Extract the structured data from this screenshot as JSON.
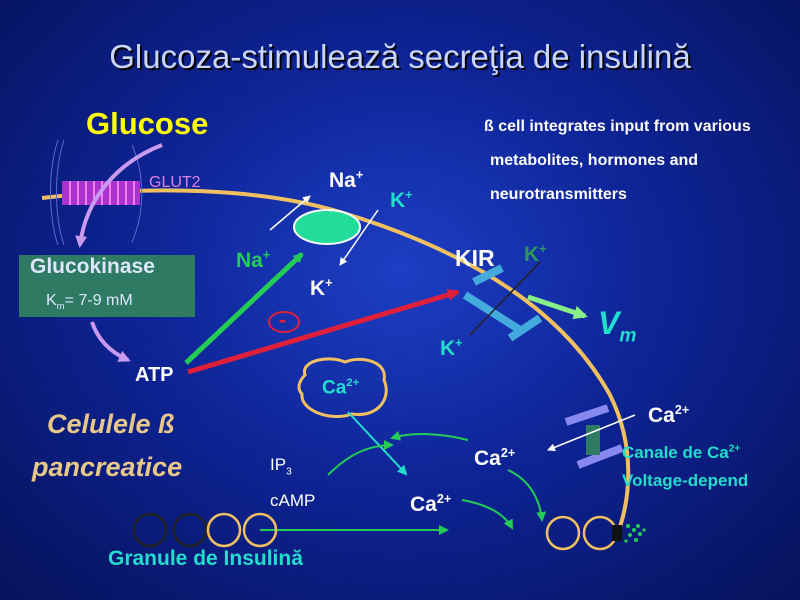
{
  "slide_title": "Glucoza-stimulează secreţia de insulină",
  "glucose": {
    "label": "Glucose",
    "transporter": "GLUT2"
  },
  "description": {
    "line1": "ß cell integrates input from various",
    "line2": "metabolites, hormones and",
    "line3": "neurotransmitters"
  },
  "glucokinase": {
    "title": "Glucokinase",
    "km_symbol": "K",
    "km_sub": "m",
    "km_value": "= 7-9 mM"
  },
  "atp": "ATP",
  "na_k_pump": {
    "na_top": "Na",
    "na_left": "Na",
    "k_top": "K",
    "k_bottom": "K",
    "plus": "+"
  },
  "kir": {
    "label": "KIR",
    "k_top": "K",
    "k_bottom": "K",
    "plus": "+",
    "inhibit_sign": "-"
  },
  "membrane_potential": {
    "symbol": "V",
    "sub": "m"
  },
  "calcium": {
    "store": "Ca",
    "ca_right": "Ca",
    "ca_bottom": "Ca",
    "ca_channel": "Ca",
    "charge": "2+"
  },
  "calcium_channel": {
    "line1_prefix": "Canale de Ca",
    "line1_sup": "2+",
    "line2": "Voltage-depend"
  },
  "second_messengers": {
    "ip": "IP",
    "ip_sub": "3",
    "camp": "cAMP"
  },
  "cell_label": {
    "line1": "Celulele ß",
    "line2": "pancreatice"
  },
  "granules_label": "Granule de Insulină",
  "colors": {
    "background": "#0e2496",
    "membrane": "#f0c060",
    "glucose": "#ffff00",
    "teal": "#22ddcc",
    "green_arrow": "#22cc55",
    "red_arrow": "#e0203a",
    "channel": "#44aadd",
    "ca_channel": "#8888ee",
    "glut2": "#aa33cc"
  }
}
